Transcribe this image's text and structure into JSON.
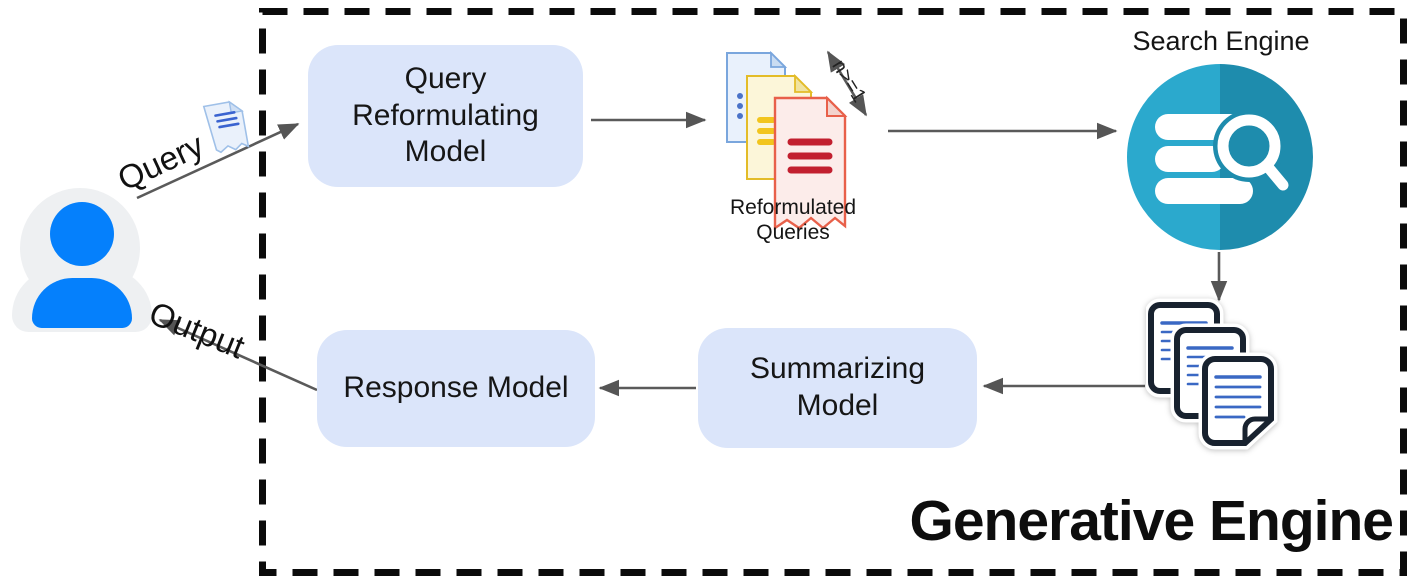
{
  "diagram_title": "Generative Engine",
  "edges": {
    "query_label": "Query",
    "output_label": "Output",
    "n_annotation": "n>=1"
  },
  "nodes": {
    "query_reformulating_model": "Query Reformulating Model",
    "reformulated_queries": "Reformulated Queries",
    "search_engine": "Search Engine",
    "summarizing_model": "Summarizing Model",
    "response_model": "Response Model"
  },
  "colors": {
    "node_fill": "#dbe5fa",
    "user_blue": "#0580fc",
    "search_teal_light": "#2ba9cd",
    "search_teal_dark": "#1e8cad",
    "arrow_gray": "#5a5a5a",
    "boundary_black": "#0b0b0b",
    "doc_blue_line": "#3a68c4",
    "doc_red_line": "#c21f2f"
  }
}
